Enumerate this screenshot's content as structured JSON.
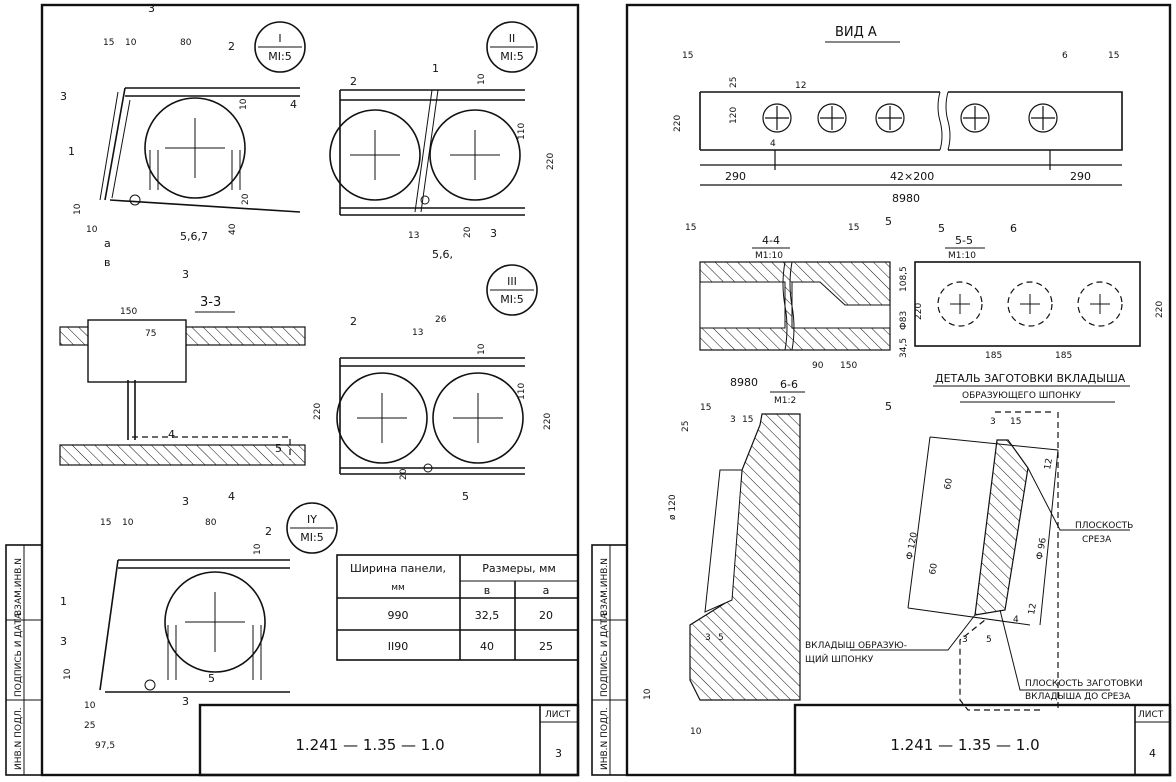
{
  "sheet_left": {
    "stamp_column": {
      "inv_podl": "ИНВ.N ПОДЛ.",
      "podpis_data": "ПОДПИСЬ И ДАТА",
      "vzam_inv": "ВЗАМ.ИНВ.N"
    },
    "title_block": {
      "code": "1.241 — 1.35 — 1.0",
      "sheet_label": "ЛИСТ",
      "sheet_number": "3"
    },
    "detail_I": {
      "label": "I",
      "scale": "MI:5",
      "dims": [
        "15",
        "10",
        "80",
        "10",
        "20",
        "40",
        "10",
        "a",
        "в"
      ],
      "callouts": [
        "1",
        "2",
        "3",
        "4",
        "5,6,7"
      ],
      "section_mark": "3"
    },
    "detail_II": {
      "label": "II",
      "scale": "MI:5",
      "dims": [
        "10",
        "110",
        "220",
        "13",
        "20"
      ],
      "callouts": [
        "1",
        "2",
        "3",
        "5,6,"
      ]
    },
    "section_3_3": {
      "label": "3-3",
      "dims": [
        "150",
        "75",
        "220"
      ],
      "callouts": [
        "4",
        "5"
      ]
    },
    "detail_III": {
      "label": "III",
      "scale": "MI:5",
      "dims": [
        "13",
        "26",
        "10",
        "110",
        "220",
        "20"
      ],
      "callouts": [
        "2",
        "5"
      ]
    },
    "detail_IV": {
      "label": "IY",
      "scale": "MI:5",
      "dims": [
        "15",
        "10",
        "80",
        "10",
        "10",
        "10",
        "25",
        "97,5"
      ],
      "callouts": [
        "1",
        "2",
        "3",
        "4",
        "5"
      ],
      "section_mark": "3"
    },
    "table": {
      "headers": [
        "Ширина панели,",
        "мм",
        "Размеры, мм",
        "в",
        "a"
      ],
      "rows": [
        [
          "990",
          "32,5",
          "20"
        ],
        [
          "II90",
          "40",
          "25"
        ]
      ]
    }
  },
  "sheet_right": {
    "stamp_column": {
      "inv_podl": "ИНВ.N ПОДЛ.",
      "podpis_data": "ПОДПИСЬ И ДАТА",
      "vzam_inv": "ВЗАМ.ИНВ.N"
    },
    "title_block": {
      "code": "1.241 — 1.35 — 1.0",
      "sheet_label": "ЛИСТ",
      "sheet_number": "4"
    },
    "view_a": {
      "title": "ВИД А",
      "dims": [
        "15",
        "25",
        "12",
        "120",
        "4",
        "220",
        "6",
        "15",
        "290",
        "42×200",
        "290",
        "8980"
      ]
    },
    "section_4_4": {
      "label": "4-4",
      "scale": "M1:10",
      "dims": [
        "15",
        "15",
        "108,5",
        "Ф83",
        "220",
        "34,5",
        "90",
        "150",
        "8980"
      ],
      "mark": "5"
    },
    "section_5_5": {
      "label": "5-5",
      "scale": "M1:10",
      "dims": [
        "6",
        "220",
        "185",
        "185"
      ],
      "mark": "5"
    },
    "section_6_6": {
      "label": "6-6",
      "scale": "M1:2",
      "dims": [
        "15",
        "25",
        "3",
        "15",
        "ø 120",
        "3",
        "5",
        "10",
        "10"
      ]
    },
    "detail": {
      "title_line1": "ДЕТАЛЬ ЗАГОТОВКИ ВКЛАДЫША",
      "title_line2": "ОБРАЗУЮЩЕГО ШПОНКУ",
      "dims": [
        "3",
        "15",
        "12",
        "60",
        "60",
        "Ф 120",
        "Ф 96",
        "4",
        "12",
        "3",
        "5"
      ],
      "note_cut_plane": [
        "ПЛОСКОСТЬ",
        "СРЕЗА"
      ],
      "note_insert": [
        "ВКЛАДЫШ ОБРАЗУЮ-",
        "ЩИЙ ШПОНКУ"
      ],
      "note_blank_plane": [
        "ПЛОСКОСТЬ ЗАГОТОВКИ",
        "ВКЛАДЫША ДО СРЕЗА"
      ]
    }
  }
}
